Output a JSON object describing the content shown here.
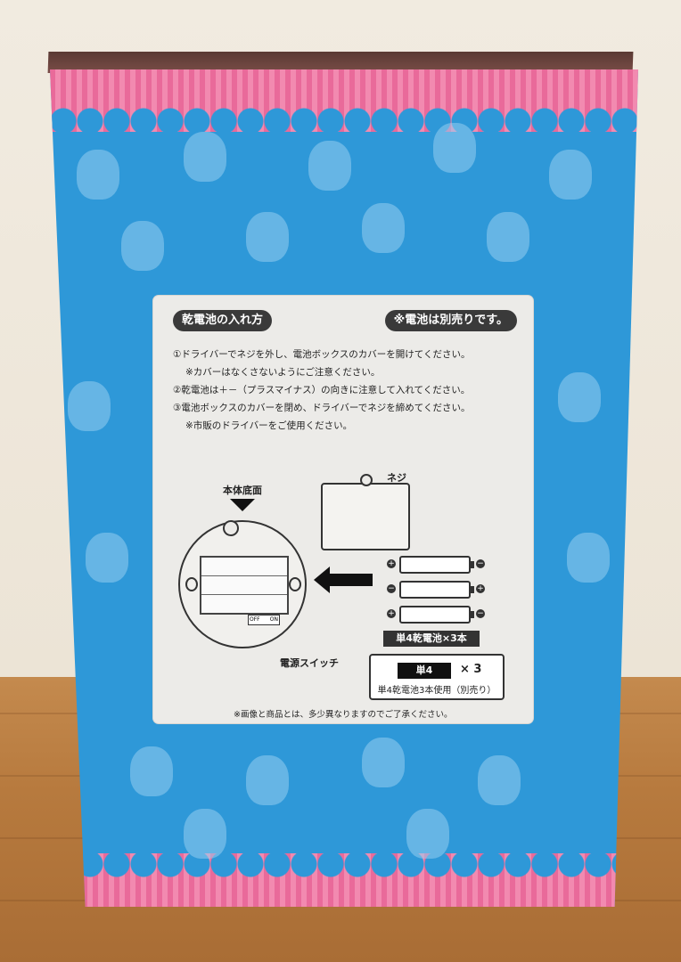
{
  "panel": {
    "title_left": "乾電池の入れ方",
    "title_right": "※電池は別売りです。",
    "step1": "①ドライバーでネジを外し、電池ボックスのカバーを開けてください。",
    "step1_note": "※カバーはなくさないようにご注意ください。",
    "step2": "②乾電池は＋－（プラスマイナス）の向きに注意して入れてください。",
    "step3": "③電池ボックスのカバーを閉め、ドライバーでネジを締めてください。",
    "step3_note": "※市販のドライバーをご使用ください。",
    "bottom_label": "本体底面",
    "screw_label": "ネジ",
    "switch_label": "電源スイッチ",
    "switch_off": "OFF",
    "switch_on": "ON",
    "battery_banner": "単4乾電池×3本",
    "spec_battery": "単4",
    "spec_count": "× 3",
    "spec_note": "単4乾電池3本使用（別売り）",
    "disclaimer": "※画像と商品とは、多少異なりますのでご了承ください。"
  },
  "colors": {
    "box_blue": "#2e98d8",
    "lace_pink": "#e96a9a",
    "panel_bg": "#ecebe8"
  }
}
